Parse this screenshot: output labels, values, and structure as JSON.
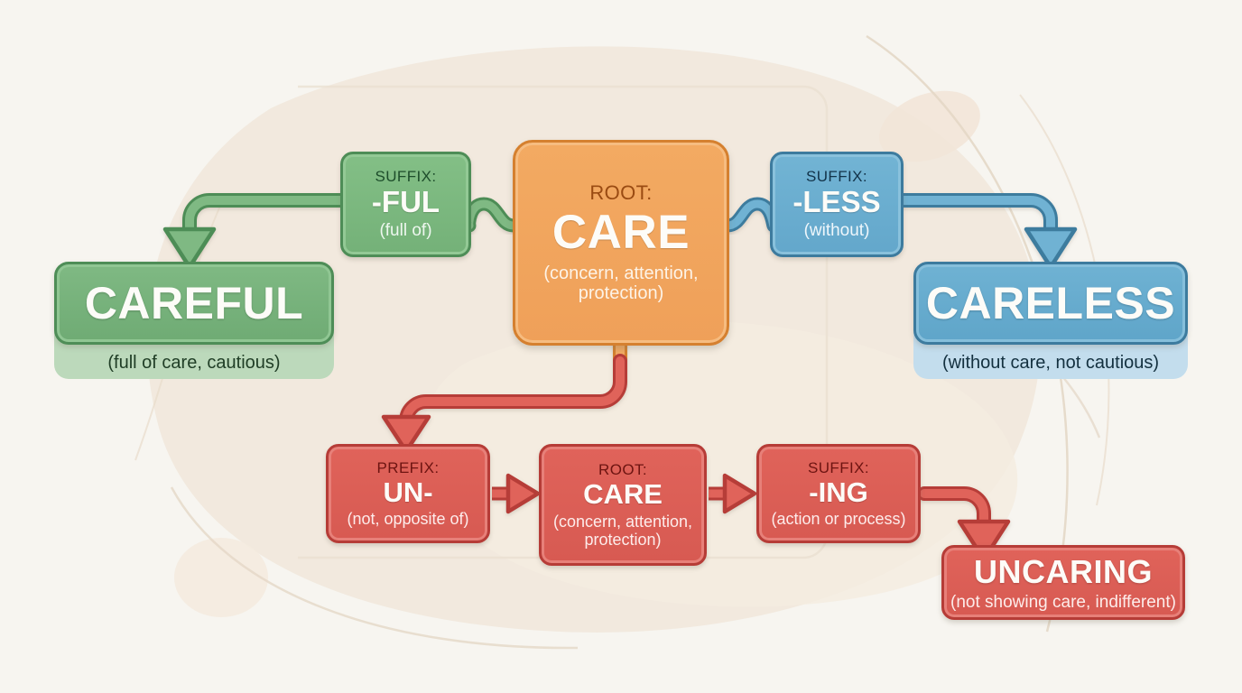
{
  "diagram": {
    "title": "CARE word family morphology map",
    "background_color": "#f7f5f0",
    "blob_color": "#f0e6da"
  },
  "palette": {
    "green": "#74b178",
    "green_dark": "#4e8d57",
    "blue": "#63a7cb",
    "blue_dark": "#3d7b9e",
    "red": "#d75a52",
    "red_dark": "#b63c37",
    "orange": "#efa059",
    "orange_dark": "#d5802f"
  },
  "root": {
    "kind": "ROOT:",
    "morph": "CARE",
    "gloss": "(concern, attention, protection)"
  },
  "branches": {
    "careful": {
      "affix": {
        "kind": "SUFFIX:",
        "morph": "-FUL",
        "gloss": "(full of)"
      },
      "result": {
        "word": "CAREFUL",
        "caption": "(full of care, cautious)"
      }
    },
    "careless": {
      "affix": {
        "kind": "SUFFIX:",
        "morph": "-LESS",
        "gloss": "(without)"
      },
      "result": {
        "word": "CARELESS",
        "caption": "(without care, not cautious)"
      }
    },
    "uncaring": {
      "prefix": {
        "kind": "PREFIX:",
        "morph": "UN-",
        "gloss": "(not, opposite of)"
      },
      "root": {
        "kind": "ROOT:",
        "morph": "CARE",
        "gloss": "(concern, attention, protection)"
      },
      "suffix": {
        "kind": "SUFFIX:",
        "morph": "-ING",
        "gloss": "(action or process)"
      },
      "result": {
        "word": "UNCARING",
        "caption": "(not showing care, indifferent)"
      }
    }
  }
}
